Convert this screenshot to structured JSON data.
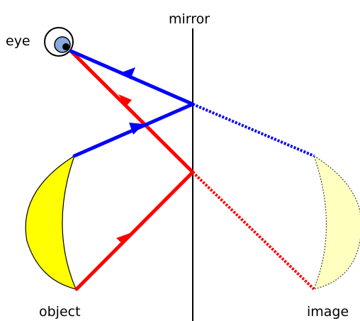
{
  "labels": {
    "mirror": "mirror",
    "eye": "eye",
    "object": "object",
    "image": "image"
  },
  "colors": {
    "ray_red": "#ff0000",
    "ray_blue": "#0000ff",
    "object_fill": "#ffff00",
    "image_fill": "#ffffc0",
    "mirror_line": "#000000",
    "eye_pupil": "#000000",
    "eye_iris": "#88aadd"
  },
  "icons": {
    "eye": "eye-icon"
  }
}
